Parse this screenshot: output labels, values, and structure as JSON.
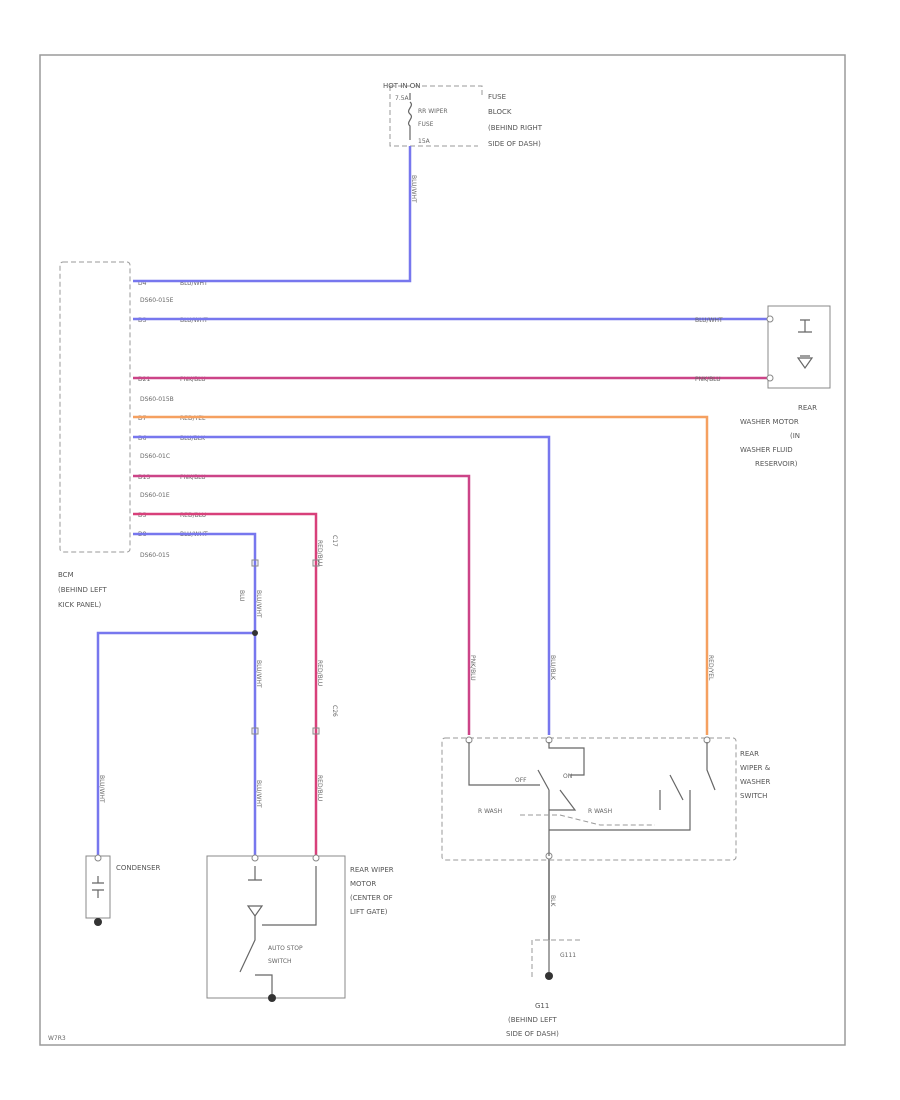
{
  "colors": {
    "blue": "#7777ee",
    "pink": "#cc4488",
    "orange": "#f5a060",
    "red_pink": "#d8407a",
    "frame": "#999999"
  },
  "fuse_block": {
    "hot_label": "HOT IN ON",
    "fuse_lines": [
      "7.5A",
      "RR WIPER",
      "FUSE",
      "15A"
    ],
    "desc_lines": [
      "FUSE",
      "BLOCK",
      "(BEHIND RIGHT",
      "SIDE OF DASH)"
    ]
  },
  "bcm": {
    "desc_lines": [
      "BCM",
      "(BEHIND LEFT",
      "KICK PANEL)"
    ],
    "pins": [
      {
        "pin": "D4",
        "wire": "BLU/WHT",
        "conn": "DS60-015E"
      },
      {
        "pin": "D3",
        "wire": "BLU/WHT",
        "conn": ""
      },
      {
        "pin": "D21",
        "wire": "PNK/BLU",
        "conn": "DS60-015B"
      },
      {
        "pin": "D7",
        "wire": "RED/YEL",
        "conn": ""
      },
      {
        "pin": "D6",
        "wire": "BLU/BLK",
        "conn": "DS60-01C"
      },
      {
        "pin": "D13",
        "wire": "PNK/BLU",
        "conn": "DS60-01E"
      },
      {
        "pin": "D5",
        "wire": "RED/BLU",
        "conn": ""
      },
      {
        "pin": "D8",
        "wire": "BLU/WHT",
        "conn": "DS60-015"
      }
    ]
  },
  "washer_motor": {
    "desc_lines": [
      "REAR",
      "WASHER MOTOR",
      "(IN",
      "WASHER FLUID",
      "RESERVOIR)"
    ],
    "wire_top": "BLU/WHT",
    "wire_bottom": "PNK/BLU"
  },
  "vertical_wires": {
    "fuse_feed": "BLU/WHT",
    "splice_top": "BLU/WHT",
    "splice_mid": "BLU/WHT",
    "wiper_lower": "BLU/WHT",
    "condenser": "BLU/WHT",
    "red_top": "RED/BLU",
    "red_mid": "RED/BLU",
    "red_low": "RED/BLU",
    "pink_sw": "PNK/BLU",
    "blue_sw": "BLU/BLK",
    "orange_sw": "RED/YEL",
    "ground_wire": "BLK"
  },
  "conn_labels": {
    "c1": "C17",
    "c2": "C26",
    "c3": "BLU"
  },
  "switch": {
    "desc_lines": [
      "REAR",
      "WIPER &",
      "WASHER",
      "SWITCH"
    ],
    "label_off": "OFF",
    "label_on": "ON",
    "label_left": "R WASH",
    "label_right": "R WASH"
  },
  "condenser": {
    "label": "CONDENSER"
  },
  "wiper_motor": {
    "desc_lines": [
      "REAR WIPER",
      "MOTOR",
      "(CENTER OF",
      "LIFT GATE)"
    ],
    "auto_stop": [
      "AUTO STOP",
      "SWITCH"
    ]
  },
  "ground": {
    "connector": "G111",
    "label": "G11",
    "desc_lines": [
      "(BEHIND LEFT",
      "SIDE OF DASH)"
    ]
  },
  "footer": {
    "code": "W7R3"
  }
}
